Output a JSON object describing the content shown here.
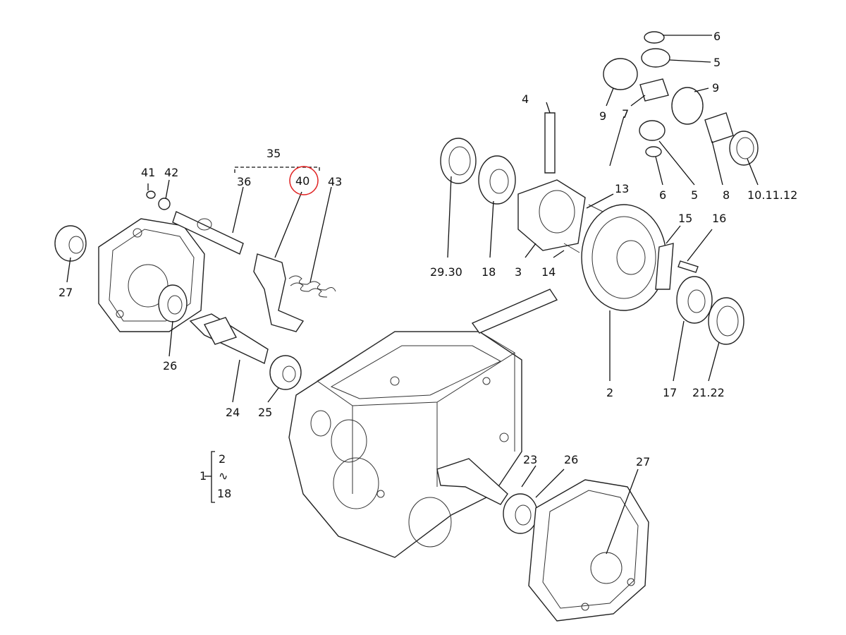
{
  "labels": {
    "l6a": "6",
    "l5a": "5",
    "l9a": "9",
    "l9b": "9",
    "l7": "7",
    "l4": "4",
    "l8": "8",
    "l10": "10.11.12",
    "l6b": "6",
    "l5b": "5",
    "l35": "35",
    "l41": "41",
    "l42": "42",
    "l36": "36",
    "l40": "40",
    "l43": "43",
    "l13": "13",
    "l15": "15",
    "l16": "16",
    "l2930": "29.30",
    "l18": "18",
    "l3": "3",
    "l14": "14",
    "l27a": "27",
    "l26a": "26",
    "l24": "24",
    "l25": "25",
    "l2": "2",
    "l17": "17",
    "l2122": "21.22",
    "l23": "23",
    "l26b": "26",
    "l27b": "27"
  },
  "legend": {
    "main": "1",
    "top": "2",
    "mid": "∿",
    "bottom": "18"
  },
  "highlight": {
    "part": "40",
    "color": "#e02020"
  }
}
